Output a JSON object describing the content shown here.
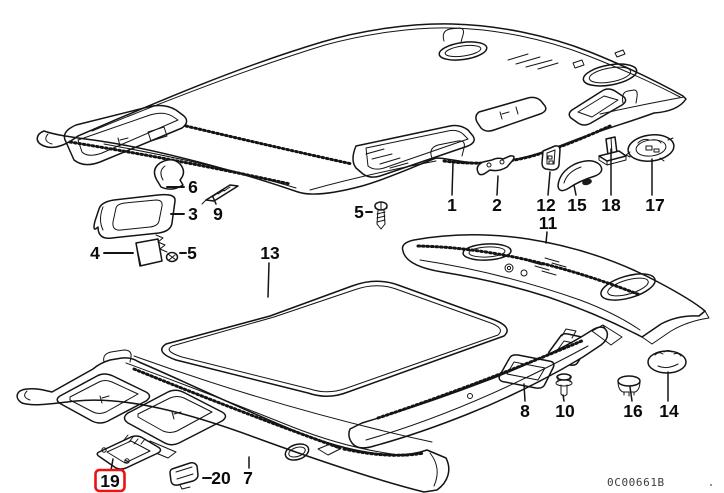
{
  "diagram": {
    "code": "0C00661B",
    "colors": {
      "line": "#141414",
      "background": "#ffffff",
      "highlight": "#ee1111",
      "label": "#0b0b0b",
      "code_text": "#3d3d3d"
    },
    "highlighted_part": "19",
    "callouts": [
      {
        "part": "1"
      },
      {
        "part": "2"
      },
      {
        "part": "3"
      },
      {
        "part": "4"
      },
      {
        "part": "5",
        "instance": "left"
      },
      {
        "part": "5",
        "instance": "right"
      },
      {
        "part": "6"
      },
      {
        "part": "7"
      },
      {
        "part": "8"
      },
      {
        "part": "9"
      },
      {
        "part": "10"
      },
      {
        "part": "11"
      },
      {
        "part": "12"
      },
      {
        "part": "13"
      },
      {
        "part": "14"
      },
      {
        "part": "15"
      },
      {
        "part": "16"
      },
      {
        "part": "17"
      },
      {
        "part": "18"
      },
      {
        "part": "19",
        "highlighted": true
      },
      {
        "part": "20"
      }
    ]
  }
}
